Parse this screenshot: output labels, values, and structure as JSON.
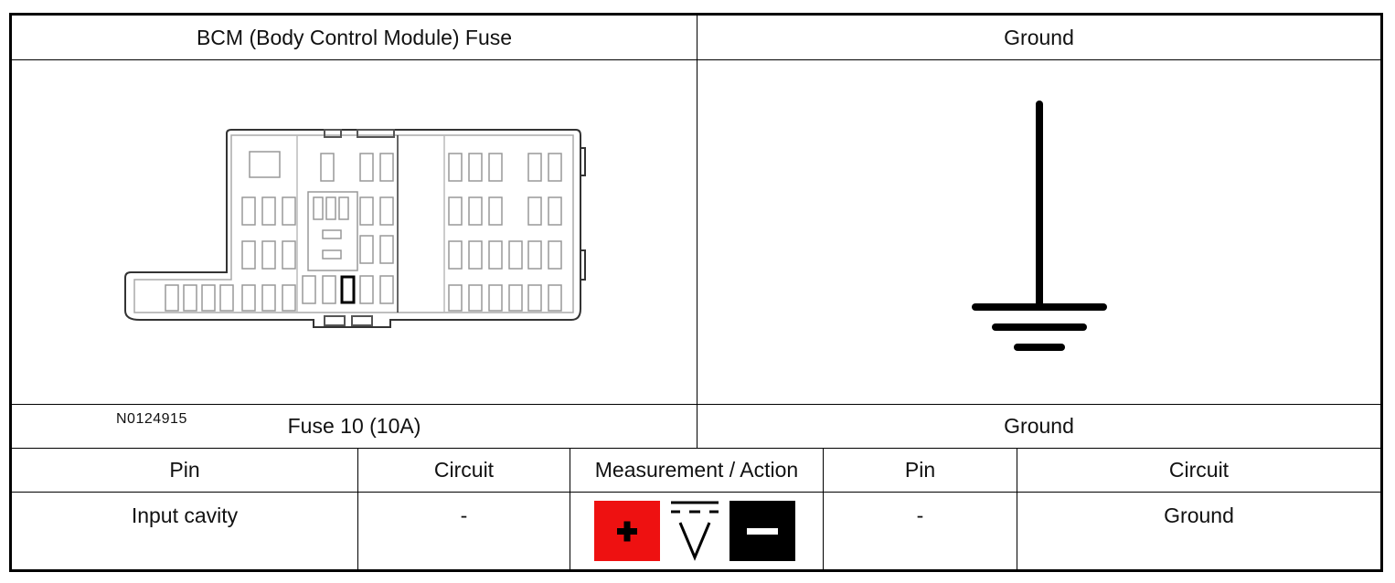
{
  "header": {
    "left": "BCM (Body Control Module) Fuse",
    "right": "Ground"
  },
  "diagram": {
    "ref_code": "N0124915",
    "highlight_color": "#000000"
  },
  "connection": {
    "left": "Fuse 10 (10A)",
    "right": "Ground"
  },
  "columns": [
    "Pin",
    "Circuit",
    "Measurement / Action",
    "Pin",
    "Circuit"
  ],
  "row": {
    "pin_a": "Input cavity",
    "circuit_a": "-",
    "pin_b": "-",
    "circuit_b": "Ground"
  },
  "meter": {
    "positive_color": "#ee1111",
    "negative_color": "#000000",
    "mode": "DC voltage",
    "icons": [
      "positive-probe-icon",
      "dc-voltage-icon",
      "negative-probe-icon"
    ]
  }
}
